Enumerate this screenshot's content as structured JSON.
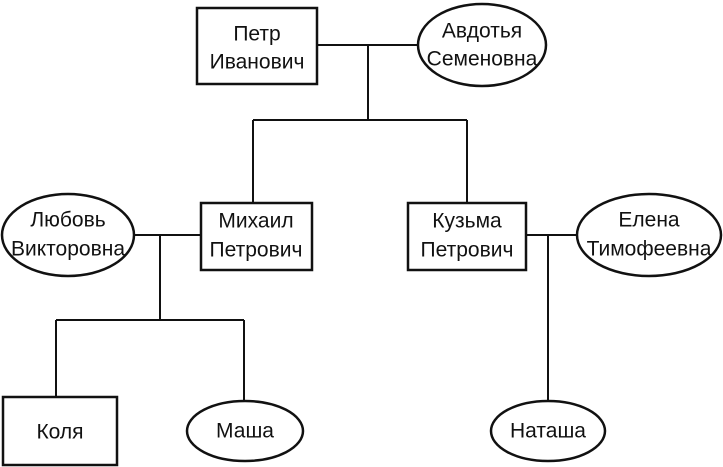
{
  "people": {
    "petr": [
      "Петр",
      "Иванович"
    ],
    "avdotya": [
      "Авдотья",
      "Семеновна"
    ],
    "lyubov": [
      "Любовь",
      "Викторовна"
    ],
    "mikhail": [
      "Михаил",
      "Петрович"
    ],
    "kuzma": [
      "Кузьма",
      "Петрович"
    ],
    "elena": [
      "Елена",
      "Тимофеевна"
    ],
    "kolya": [
      "Коля"
    ],
    "masha": [
      "Маша"
    ],
    "natasha": [
      "Наташа"
    ]
  }
}
